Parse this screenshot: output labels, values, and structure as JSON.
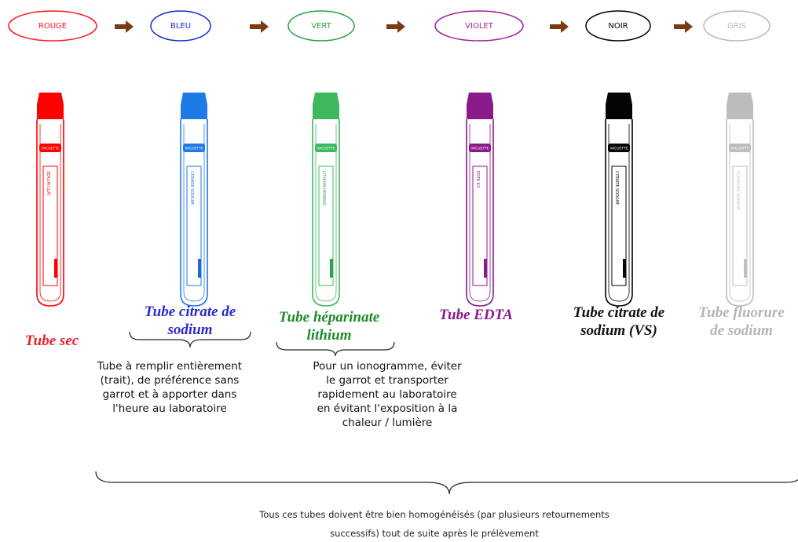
{
  "sequence": [
    {
      "label": "ROUGE",
      "color": "#ff1a1a"
    },
    {
      "label": "BLEU",
      "color": "#1a2ccc"
    },
    {
      "label": "VERT",
      "color": "#2aa04a"
    },
    {
      "label": "VIOLET",
      "color": "#a01fa0"
    },
    {
      "label": "NOIR",
      "color": "#000000"
    },
    {
      "label": "GRIS",
      "color": "#b8b8b8"
    }
  ],
  "arrow_color": "#7a3a12",
  "tubes": [
    {
      "cap_color": "#ff0000",
      "band_label": "VACUETTE",
      "side_label": "SERUM CLAT",
      "accent": "#ff0000"
    },
    {
      "cap_color": "#1e7ae6",
      "band_label": "VACUETTE",
      "side_label": "CITRATE SODIUM",
      "accent": "#1e6ad6"
    },
    {
      "cap_color": "#3db85c",
      "band_label": "VACUETTE",
      "side_label": "LITHIUM HEPARIN",
      "accent": "#2fa150"
    },
    {
      "cap_color": "#8a1a8a",
      "band_label": "VACUETTE",
      "side_label": "EDTA K3",
      "accent": "#8a1a8a"
    },
    {
      "cap_color": "#050505",
      "band_label": "VACUETTE",
      "side_label": "CITRATE SODIUM",
      "accent": "#050505"
    },
    {
      "cap_color": "#bcbcbc",
      "band_label": "VACUETTE",
      "side_label": "FLUORURE SODIUM",
      "accent": "#c0c0c0"
    }
  ],
  "tube_names": [
    {
      "lines": [
        "Tube sec"
      ],
      "color": "#e8202a"
    },
    {
      "lines": [
        "Tube citrate de",
        "sodium"
      ],
      "color": "#2a2ad0"
    },
    {
      "lines": [
        "Tube héparinate",
        "lithium"
      ],
      "color": "#1f8a2a"
    },
    {
      "lines": [
        "Tube EDTA"
      ],
      "color": "#8a1a8a"
    },
    {
      "lines": [
        "Tube citrate de",
        "sodium (VS)"
      ],
      "color": "#111111"
    },
    {
      "lines": [
        "Tube fluorure",
        "de sodium"
      ],
      "color": "#b5b5b5"
    }
  ],
  "notes": [
    {
      "lines": [
        "Tube à remplir entièrement",
        "(trait), de préférence sans",
        "garrot et à apporter dans",
        "l'heure au laboratoire"
      ]
    },
    {
      "lines": [
        "Pour un ionogramme, éviter",
        "le garrot et transporter",
        "rapidement au laboratoire",
        "en évitant l'exposition à la",
        "chaleur / lumière"
      ]
    }
  ],
  "footer": {
    "lines": [
      "Tous ces tubes doivent être bien homogénéisés (par plusieurs retournements",
      "successifs) tout de suite après le prélèvement"
    ]
  }
}
